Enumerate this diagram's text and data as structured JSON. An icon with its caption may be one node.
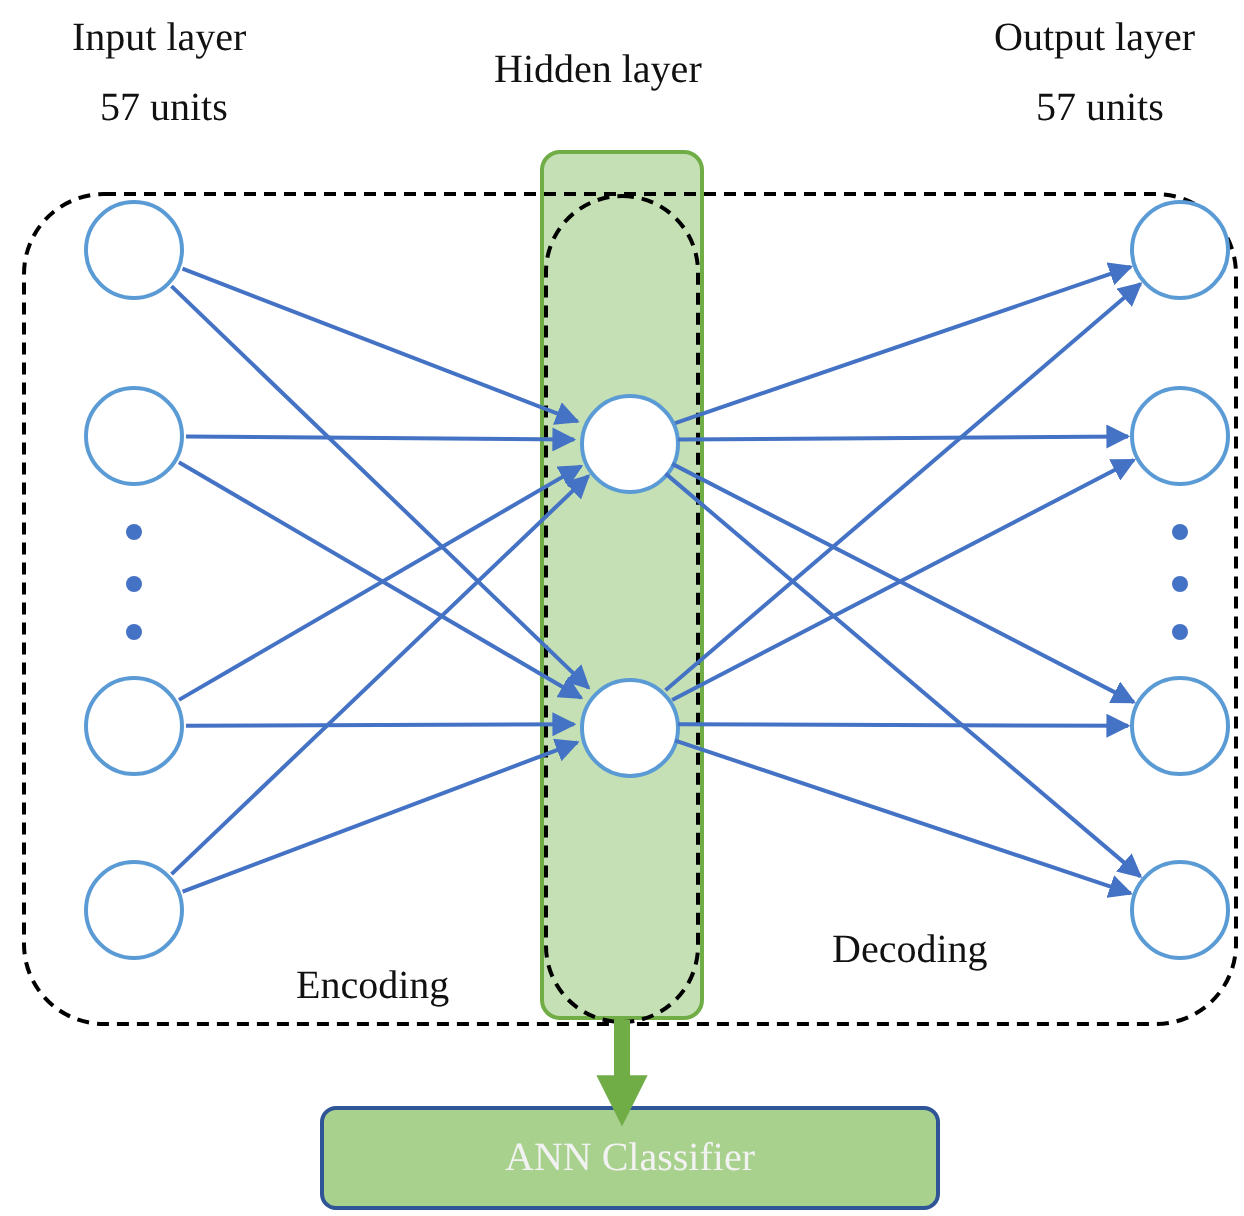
{
  "diagram": {
    "nodes": [
      {
        "text": [
          "Hidden layer"
        ]
      },
      {
        "text": [],
        "shape": "circle"
      },
      {
        "text": [],
        "shape": "circle"
      },
      {
        "text": [],
        "shape": "circle"
      },
      {
        "text": [],
        "shape": "circle"
      },
      {
        "text": [],
        "shape": "circle",
        "in": 0
      },
      {
        "text": [],
        "shape": "circle",
        "in": 0
      },
      {
        "text": [],
        "shape": "circle"
      },
      {
        "text": [],
        "shape": "circle"
      },
      {
        "text": [],
        "shape": "circle"
      },
      {
        "text": [],
        "shape": "circle"
      },
      {
        "text": [
          "ANN Classifier"
        ]
      }
    ],
    "edges": [
      {
        "from": 1,
        "to": 5,
        "arrow": "to"
      },
      {
        "from": 1,
        "to": 6,
        "arrow": "to"
      },
      {
        "from": 2,
        "to": 5,
        "arrow": "to"
      },
      {
        "from": 2,
        "to": 6,
        "arrow": "to"
      },
      {
        "from": 3,
        "to": 5,
        "arrow": "to"
      },
      {
        "from": 3,
        "to": 6,
        "arrow": "to"
      },
      {
        "from": 4,
        "to": 5,
        "arrow": "to"
      },
      {
        "from": 4,
        "to": 6,
        "arrow": "to"
      },
      {
        "from": 5,
        "to": 7,
        "arrow": "to"
      },
      {
        "from": 5,
        "to": 8,
        "arrow": "to"
      },
      {
        "from": 5,
        "to": 9,
        "arrow": "to"
      },
      {
        "from": 5,
        "to": 10,
        "arrow": "to"
      },
      {
        "from": 6,
        "to": 7,
        "arrow": "to"
      },
      {
        "from": 6,
        "to": 8,
        "arrow": "to"
      },
      {
        "from": 6,
        "to": 9,
        "arrow": "to"
      },
      {
        "from": 6,
        "to": 10,
        "arrow": "to"
      },
      {
        "from": 0,
        "to": 11,
        "arrow": "to",
        "style": "thick",
        "color": "#70ad47"
      }
    ],
    "labels": [
      "Input layer",
      "57 units",
      "Output layer",
      "57 units",
      "Encoding",
      "Decoding"
    ]
  }
}
